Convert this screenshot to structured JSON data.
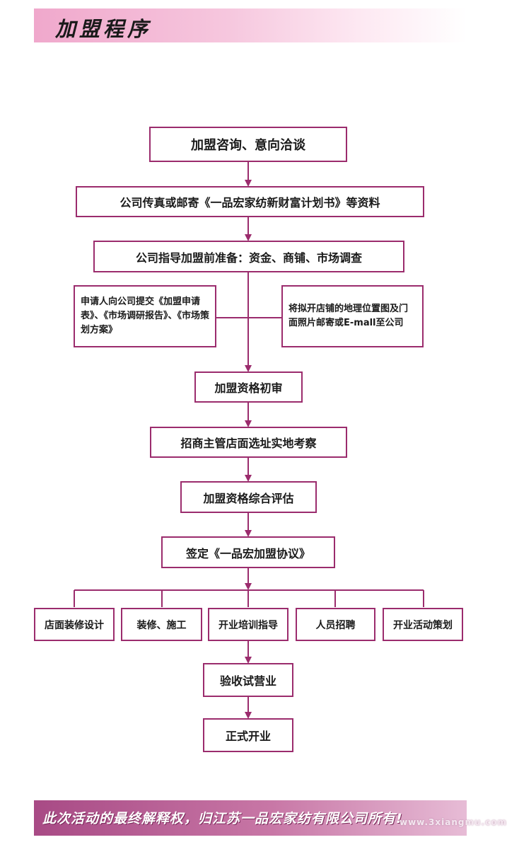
{
  "header": {
    "title": "加盟程序"
  },
  "flow": {
    "step1": "加盟咨询、意向洽谈",
    "step2": "公司传真或邮寄《一品宏家纺新财富计划书》等资料",
    "step3": "公司指导加盟前准备：资金、商铺、市场调查",
    "left_note": "申请人向公司提交《加盟申请表》、《市场调研报告》、《市场策划方案》",
    "right_note": "将拟开店铺的地理位置图及门面照片邮寄或E-mall至公司",
    "step4": "加盟资格初审",
    "step5": "招商主管店面选址实地考察",
    "step6": "加盟资格综合评估",
    "step7": "签定《一品宏加盟协议》",
    "branches": [
      "店面装修设计",
      "装修、施工",
      "开业培训指导",
      "人员招聘",
      "开业活动策划"
    ],
    "step8": "验收试营业",
    "step9": "正式开业"
  },
  "footer": {
    "text": "此次活动的最终解释权，归江苏一品宏家纺有限公司所有!"
  },
  "watermark": "www.3xiangmu.com",
  "colors": {
    "border": "#9b2c6d",
    "line": "#9b2c6d",
    "header_pink": "#f0a8cc",
    "footer_purple": "#a84a85"
  }
}
